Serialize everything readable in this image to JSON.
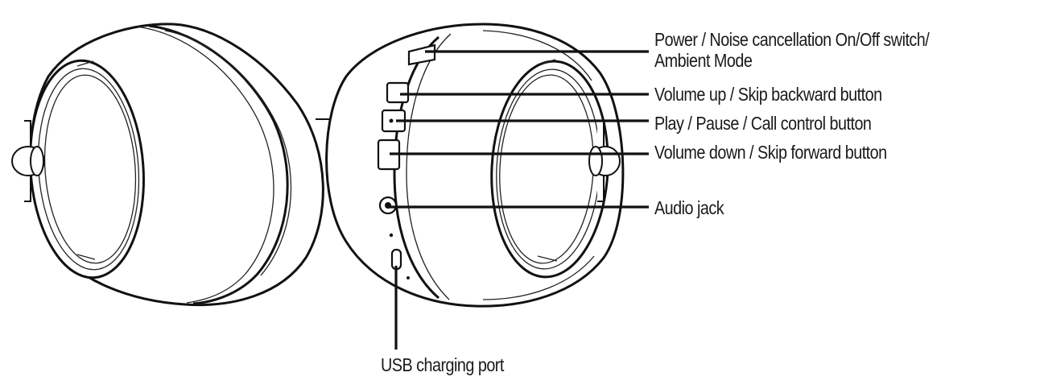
{
  "callouts": {
    "power": {
      "line1": "Power / Noise cancellation On/Off switch/",
      "line2": "Ambient Mode"
    },
    "volume_up": "Volume up / Skip backward button",
    "play_pause": "Play / Pause / Call control button",
    "volume_down": "Volume down / Skip forward button",
    "audio_jack": "Audio jack",
    "usb_port": "USB charging port"
  }
}
